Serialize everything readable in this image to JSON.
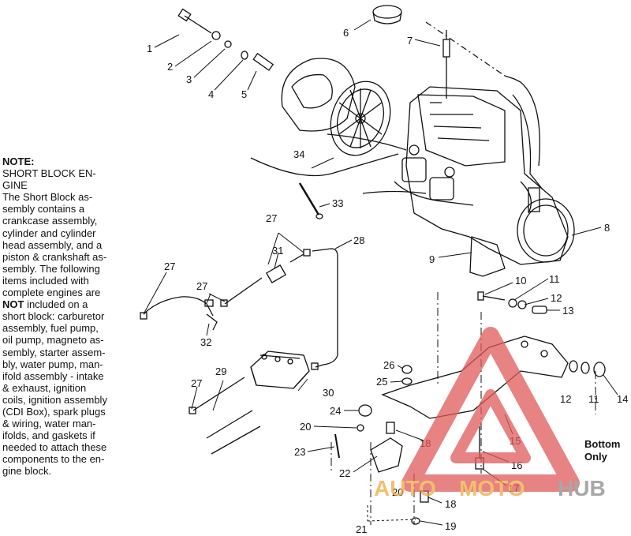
{
  "note": {
    "title": "NOTE:",
    "heading_lines": [
      "SHORT BLOCK EN-",
      "GINE"
    ],
    "body_lines_1": [
      "The Short Block as-",
      "sembly contains a",
      "crankcase assembly,",
      "cylinder and cylinder",
      "head assembly, and a",
      "piston & crankshaft as-",
      "sembly.  The following",
      "items included with",
      "complete engines are"
    ],
    "not_word": "NOT",
    "not_rest": " included on a",
    "body_lines_2": [
      "short block:  carburetor",
      "assembly, fuel pump,",
      "oil pump, magneto as-",
      "sembly, starter assem-",
      "bly, water pump, man-",
      "ifold assembly - intake",
      "& exhaust, ignition",
      "coils, ignition assembly",
      "(CDI Box), spark plugs",
      "& wiring, water man-",
      "ifolds, and gaskets if",
      "needed to attach these",
      "components to the en-",
      "gine block."
    ]
  },
  "bottom_only": [
    "Bottom",
    "Only"
  ],
  "callouts": [
    "1",
    "2",
    "3",
    "4",
    "5",
    "6",
    "7",
    "8",
    "9",
    "10",
    "11",
    "12",
    "13",
    "14",
    "15",
    "16",
    "17",
    "18",
    "19",
    "20",
    "21",
    "22",
    "23",
    "24",
    "25",
    "26",
    "27",
    "28",
    "29",
    "30",
    "31",
    "32",
    "33",
    "34",
    "27",
    "27",
    "27",
    "11",
    "12",
    "18",
    "20",
    "7"
  ],
  "watermark": {
    "brand_auto": "AUTO",
    "brand_moto": "MOTO",
    "brand_hub": "HUB",
    "colors": {
      "red": "#e05a5a",
      "orange": "#f0a940",
      "gray": "#8a8a8a"
    }
  }
}
